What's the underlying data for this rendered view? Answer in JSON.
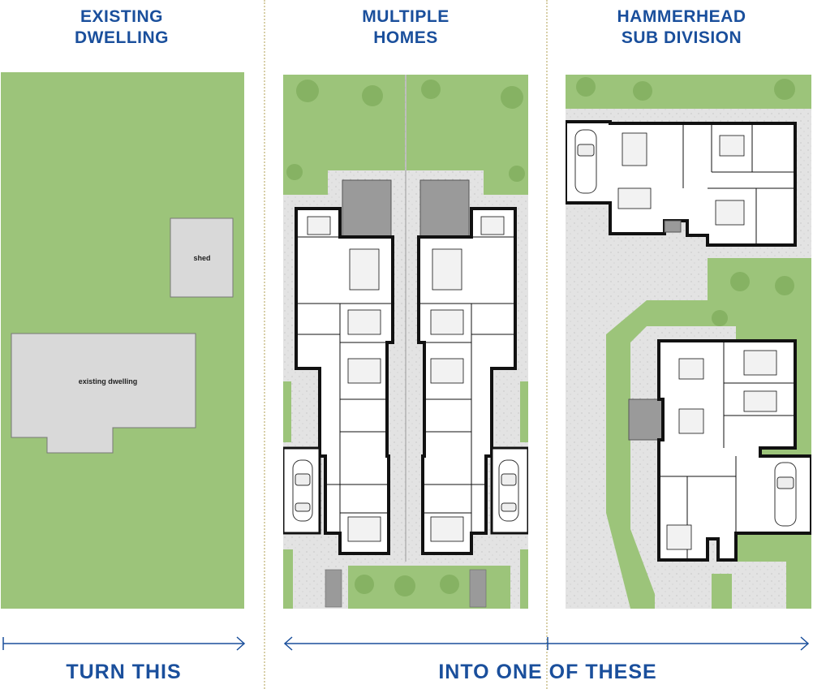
{
  "headings": {
    "existing": [
      "EXISTING",
      "DWELLING"
    ],
    "multiple": [
      "MULTIPLE",
      "HOMES"
    ],
    "hammerhead": [
      "HAMMERHEAD",
      "SUB DIVISION"
    ]
  },
  "site_labels": {
    "shed": "shed",
    "existing_dwelling": "existing dwelling"
  },
  "bottom_labels": {
    "left": "TURN THIS",
    "right": "INTO ONE OF THESE"
  },
  "colors": {
    "brand_blue": "#1a4f9c",
    "lawn_green": "#9cc47a",
    "building_grey": "#d9d9d9",
    "gravel_grey": "#e3e3e3",
    "wall_black": "#111111"
  }
}
